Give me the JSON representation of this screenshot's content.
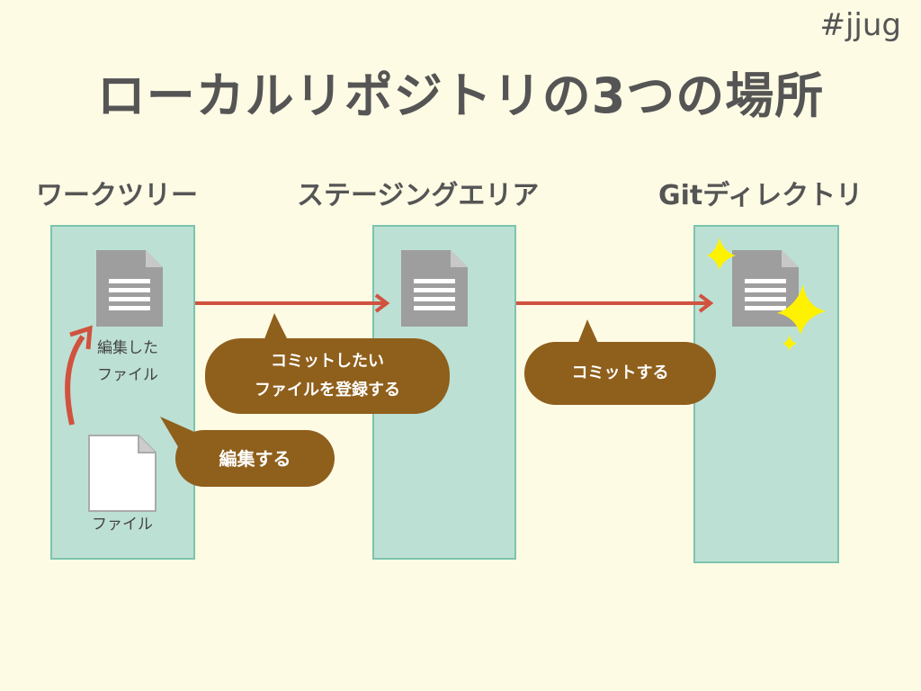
{
  "hashtag": "#jjug",
  "title": "ローカルリポジトリの3つの場所",
  "columns": [
    {
      "heading": "ワークツリー"
    },
    {
      "heading": "ステージングエリア"
    },
    {
      "heading": "Gitディレクトリ"
    }
  ],
  "labels": {
    "edited_file_line1": "編集した",
    "edited_file_line2": "ファイル",
    "file": "ファイル"
  },
  "bubbles": {
    "stage_line1": "コミットしたい",
    "stage_line2": "ファイルを登録する",
    "commit": "コミットする",
    "edit": "編集する"
  },
  "colors": {
    "background": "#fefbe5",
    "panel": "#bde0d4",
    "arrow": "#d0523f",
    "bubble": "#8f5f1c",
    "sparkle": "#fff200"
  }
}
